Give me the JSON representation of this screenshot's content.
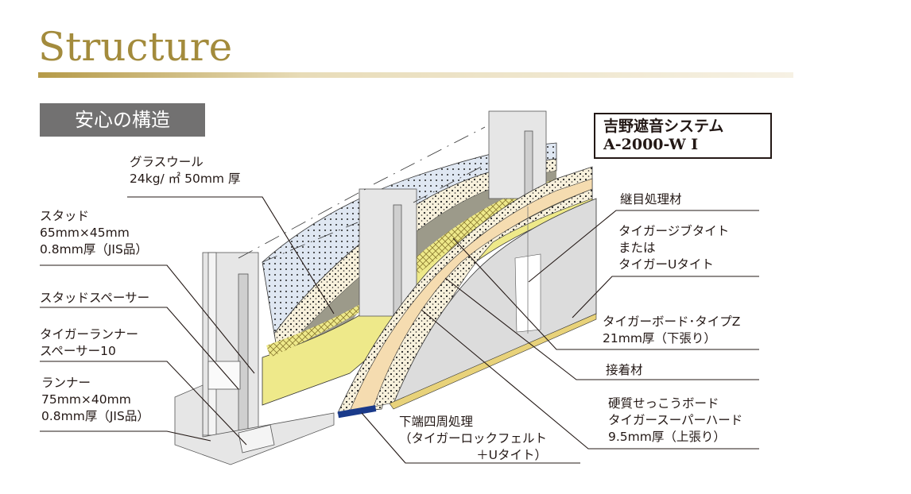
{
  "header": {
    "title": "Structure",
    "section_badge": "安心の構造"
  },
  "system_box": {
    "line1": "吉野遮音システム",
    "line2": "A-2000-W I"
  },
  "labels": {
    "glass_wool": [
      "グラスウール",
      "24kg/ ㎡ 50mm 厚"
    ],
    "stud": [
      "スタッド",
      "65mm×45mm",
      "0.8mm厚（JIS品）"
    ],
    "stud_spacer": [
      "スタッドスペーサー"
    ],
    "runner_spacer": [
      "タイガーランナー",
      "スペーサー10"
    ],
    "runner": [
      "ランナー",
      "75mm×40mm",
      "0.8mm厚（JIS品）"
    ],
    "joint": [
      "継目処理材"
    ],
    "joint_tape": [
      "タイガージブタイト",
      "または",
      "タイガーUタイト"
    ],
    "board_z": [
      "タイガーボード･タイプZ",
      "21mm厚（下張り）"
    ],
    "adhesive": [
      "接着材"
    ],
    "hard_board": [
      "硬質せっこうボード",
      "タイガースーパーハード",
      "9.5mm厚（上張り）"
    ],
    "bottom": [
      "下端四周処理",
      "（タイガーロックフェルト",
      "＋Uタイト）"
    ]
  }
}
